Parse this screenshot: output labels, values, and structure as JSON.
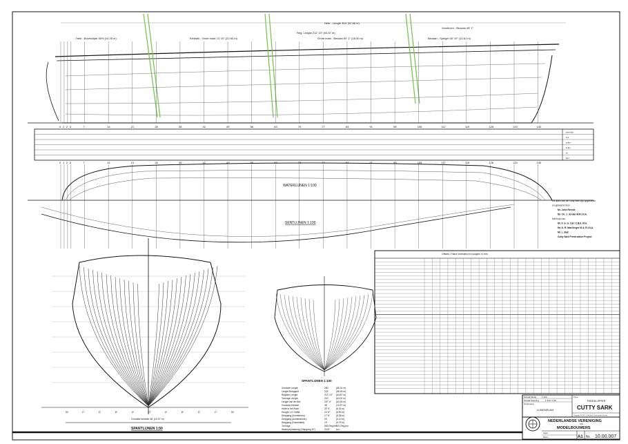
{
  "profile": {
    "dimensions": [
      "Hele - Lengte 304' (92.66 m)",
      "Reg. Lengte 212' 10\" (64.87 m)",
      "Hele - Bovenzijde 45% (14.25 m)",
      "Kielbalk - Grote mast 74' 10\" (22.80 m)",
      "Grote mast - Bezaan 60' 1\" (18.30 m)",
      "Bezaan - Spiegel 34' 10\" (10.61 m)",
      "Vorsteven - Bezaan 48' 1\""
    ],
    "stations": [
      "0",
      "1",
      "2",
      "3",
      "7",
      "14",
      "21",
      "28",
      "35",
      "42",
      "49",
      "56",
      "63",
      "70",
      "77",
      "84",
      "91",
      "98",
      "105",
      "112",
      "119",
      "126",
      "133",
      "140"
    ]
  },
  "offset_row_labels": [
    "snee lijn",
    "b.d.",
    "w.lijn",
    "w.lijn",
    "b.l.",
    "kiel"
  ],
  "halfbreadth": {
    "title": "WATERLIJNEN 1:100"
  },
  "sheer": {
    "title": "SENTLIJNEN 1:100"
  },
  "bodyplan_large": {
    "title": "SPANTLIJNEN 1:50",
    "overall": "Grootste breedte 36' (10.97 m)",
    "marks": [
      "W",
      "C",
      "D",
      "B",
      "A",
      "O",
      "A",
      "B",
      "D",
      "C",
      "W"
    ]
  },
  "bodyplan_small": {
    "title": "SPANTLIJNEN 1:100"
  },
  "particulars": [
    [
      "Grootste Lengte",
      "280'",
      "(85.34 m)"
    ],
    [
      "Lengte Boegsprit",
      "224'",
      "(68.28 m)"
    ],
    [
      "Register Lengte",
      "212' 10\"",
      "(64.87 m)"
    ],
    [
      "Tonnage Lengte",
      "210'",
      "(64.00 m)"
    ],
    [
      "Lengte van de Kiel",
      "207' 6\"",
      "(63.25 m)"
    ],
    [
      "Grootste Breedte",
      "36'",
      "(10.97 m)"
    ],
    [
      "Holte in het Ruim",
      "20' 9\"",
      "(6.32 m)"
    ],
    [
      "Hoogte v.d. Gaffel",
      "22' 8\"",
      "(6.90 m)"
    ],
    [
      "Diepgang (Voorsteven)",
      "17' 8\"",
      "(5.38 m)"
    ],
    [
      "Diepgang (Achtersteven)",
      "20'",
      "(6.10 m)"
    ],
    [
      "Diepgang (Gemiddeld)",
      "19'",
      "(5.79 m)"
    ],
    [
      "Tonnage",
      "963 Reg.bet",
      "921 Reg.ton"
    ],
    [
      "Waterverplaatsing (Diepgang 20')",
      "2100",
      "ton"
    ]
  ],
  "notes": {
    "lines": [
      "De lijnen van de Cutty Sark zijn opgemeten",
      "en getekend door",
      "Mr. John Rennie",
      "Mr. Ch. J. Jordan M.R.I.N.A.",
      "Met hulp van",
      "Mr. F. G. G. Carr C.B.E. M.A.",
      "Mr. D. R. MacGregor M.A. R.I.N.A.",
      "Mr. L. Ball",
      "Cutty Sark Preservation Project"
    ]
  },
  "offsets_table": {
    "title": "Offsets / Halve breedten en hoogten in mm"
  },
  "title_block": {
    "schaal_label": "Schaal Model",
    "schaal_value": "1:100",
    "doc_label": "Schaal Tekening",
    "doc_value": "1:100 / 1:50",
    "ontwerp_label": "Onderwerp",
    "ontwerp_value": "LIJNENPLAN",
    "type_label": "Type",
    "ship_type": "THEEKLIPPER",
    "ship_name": "CUTTY SARK",
    "copyright": "Copyright N.V.M. / Cutty Sark Preservation Society",
    "org_line1": "NEDERLANDSE VERENIGING",
    "org_van": "VAN",
    "org_line2": "MODELBOUWERS",
    "drawn_label": "Getek.",
    "drawn_value": "",
    "date_label": "Datum",
    "date_value": "",
    "format": "A1",
    "nr_label": "Nr.",
    "number": "10.00.007"
  },
  "colors": {
    "line": "#1a1a1a",
    "mast": "#6fc24a",
    "grid": "#888888"
  }
}
